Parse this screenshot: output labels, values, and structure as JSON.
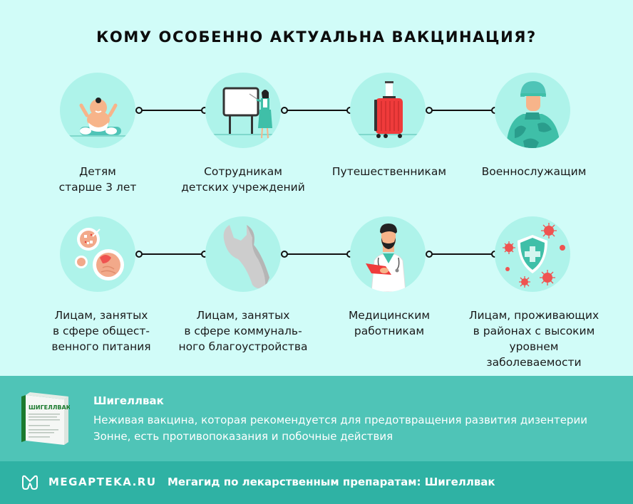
{
  "title": "КОМУ ОСОБЕННО АКТУАЛЬНА ВАКЦИНАЦИЯ?",
  "groups": [
    {
      "id": "children",
      "icon": "baby-icon",
      "label": "Детям\nстарше 3 лет"
    },
    {
      "id": "childcare-staff",
      "icon": "teacher-icon",
      "label": "Сотрудникам\nдетских учреждений"
    },
    {
      "id": "travelers",
      "icon": "suitcase-icon",
      "label": "Путешественникам"
    },
    {
      "id": "military",
      "icon": "soldier-icon",
      "label": "Военнослужащим"
    },
    {
      "id": "food-service",
      "icon": "food-icon",
      "label": "Лицам, занятых\nв сфере общест-\nвенного питания"
    },
    {
      "id": "public-utilities",
      "icon": "wrench-icon",
      "label": "Лицам, занятых\nв сфере коммуналь-\nного благоустройства"
    },
    {
      "id": "medical-workers",
      "icon": "doctor-icon",
      "label": "Медицинским\nработникам"
    },
    {
      "id": "high-incidence-areas",
      "icon": "shield-virus-icon",
      "label": "Лицам, проживающих\nв районах с высоким\nуровнем заболеваемости"
    }
  ],
  "product": {
    "name": "Шигеллвак",
    "pack_label": "ШИГЕЛЛВАК",
    "description": "Неживая вакцина, которая рекомендуется для предотвращения развития дизентерии Зонне, есть противопоказания и побочные действия"
  },
  "footer": {
    "logo_text": "MEGAPTEKA.RU",
    "caption": "Мегагид по лекарственным препаратам: Шигеллвак"
  },
  "colors": {
    "background": "#d1fcf8",
    "circle": "#aef3ea",
    "info_panel": "#4fc4b7",
    "footer": "#2fb2a4",
    "accent_red": "#ef3b3b",
    "accent_teal": "#3fbfa8"
  }
}
